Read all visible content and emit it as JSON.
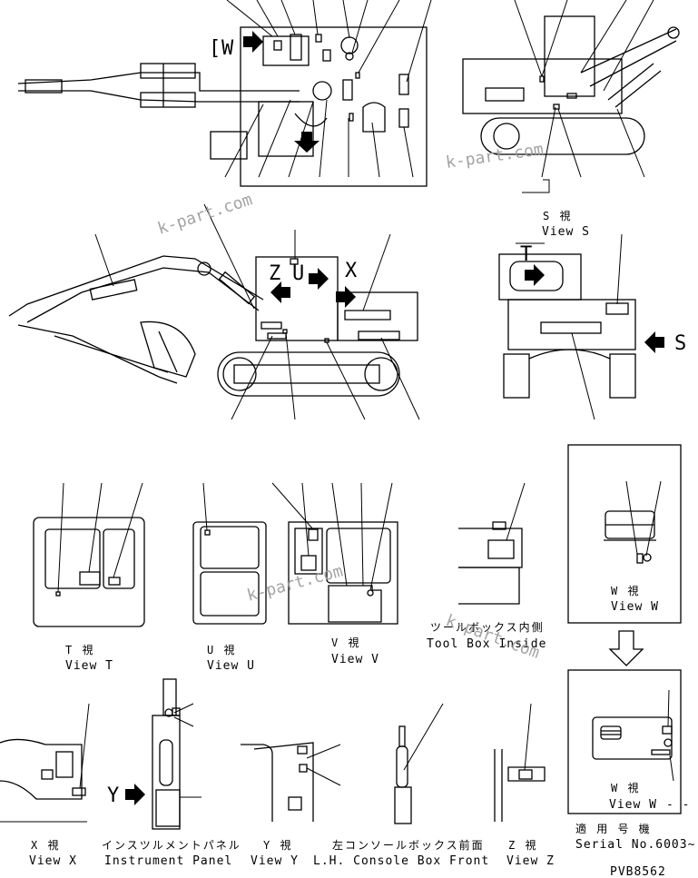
{
  "views": {
    "s": {
      "jp": "S  視",
      "en": "View S",
      "marker": "S"
    },
    "t": {
      "jp": "T  視",
      "en": "View T",
      "marker": "T"
    },
    "u": {
      "jp": "U  視",
      "en": "View U",
      "marker": "U"
    },
    "v": {
      "jp": "V  視",
      "en": "View V"
    },
    "w": {
      "jp": "W  視",
      "en": "View W",
      "marker": "W"
    },
    "w2": {
      "jp": "W  視",
      "en": "View W",
      "suffix": "- -"
    },
    "x": {
      "jp": "X  視",
      "en": "View X",
      "marker": "X"
    },
    "y": {
      "jp": "Y  視",
      "en": "View Y",
      "marker": "Y"
    },
    "z": {
      "jp": "Z  視",
      "en": "View Z",
      "marker": "Z"
    }
  },
  "toolbox": {
    "jp": "ツールボックス内側",
    "en": "Tool Box Inside"
  },
  "instrument_panel": {
    "jp": "インスツルメントパネル",
    "en": "Instrument Panel"
  },
  "console": {
    "jp": "左コンソールボックス前面",
    "en": "L.H. Console Box  Front"
  },
  "serial": {
    "jp": "適 用 号 機",
    "en": "Serial No.6003~"
  },
  "part_code": "PVB8562",
  "watermarks": [
    "k-part.com",
    "k-part.com",
    "k-part.com",
    "k-part.com"
  ]
}
